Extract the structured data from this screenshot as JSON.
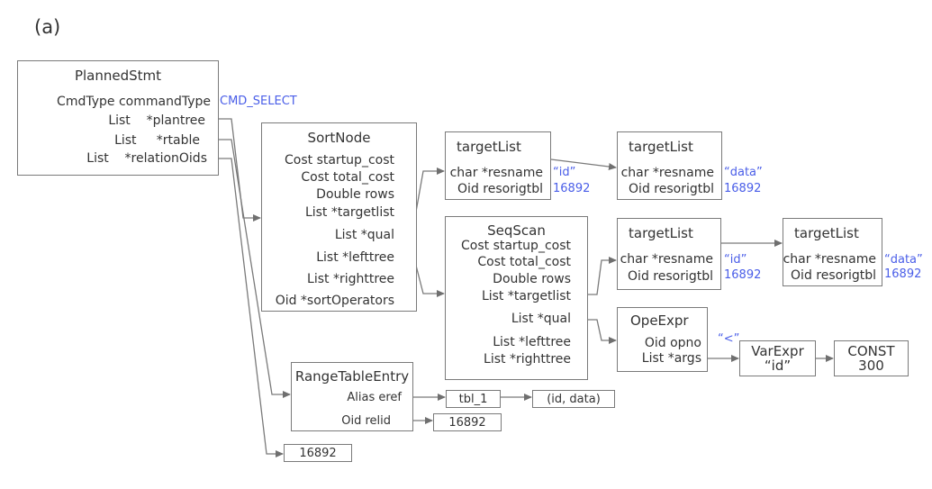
{
  "figure_label": "(a)",
  "planned_stmt": {
    "title": "PlannedStmt",
    "f1": "CmdType  commandType",
    "f2": "List    *plantree",
    "f3": "List     *rtable",
    "f4": "List    *relationOids",
    "cmd_value": "CMD_SELECT"
  },
  "sort_node": {
    "title": "SortNode",
    "f1": "Cost startup_cost",
    "f2": "Cost total_cost",
    "f3": "Double rows",
    "f4": "List *targetlist",
    "f5": "List *qual",
    "f6": "List *lefttree",
    "f7": "List *righttree",
    "f8": "Oid *sortOperators"
  },
  "tl1": {
    "title": "targetList",
    "f1": "char *resname",
    "f2": "Oid resorigtbl",
    "v1": "“id”",
    "v2": "16892"
  },
  "tl2": {
    "title": "targetList",
    "f1": "char *resname",
    "f2": "Oid resorigtbl",
    "v1": "“data”",
    "v2": "16892"
  },
  "seq_scan": {
    "title": "SeqScan",
    "f1": "Cost startup_cost",
    "f2": "Cost total_cost",
    "f3": "Double rows",
    "f4": "List *targetlist",
    "f5": "List *qual",
    "f6": "List *lefttree",
    "f7": "List *righttree"
  },
  "tl3": {
    "title": "targetList",
    "f1": "char *resname",
    "f2": "Oid resorigtbl",
    "v1": "“id”",
    "v2": "16892"
  },
  "tl4": {
    "title": "targetList",
    "f1": "char *resname",
    "f2": "Oid resorigtbl",
    "v1": "“data”",
    "v2": "16892"
  },
  "ope_expr": {
    "title": "OpeExpr",
    "f1": "Oid opno",
    "f2": "List *args",
    "op_value": "“<”"
  },
  "var_expr": {
    "title": "VarExpr",
    "value": "“id”"
  },
  "const": {
    "title": "CONST",
    "value": "300"
  },
  "rte": {
    "title": "RangeTableEntry",
    "f1": "Alias eref",
    "f2": "Oid relid"
  },
  "tbl1": "tbl_1",
  "colnames": "(id, data)",
  "relid_value": "16892",
  "relation_oid_value": "16892"
}
